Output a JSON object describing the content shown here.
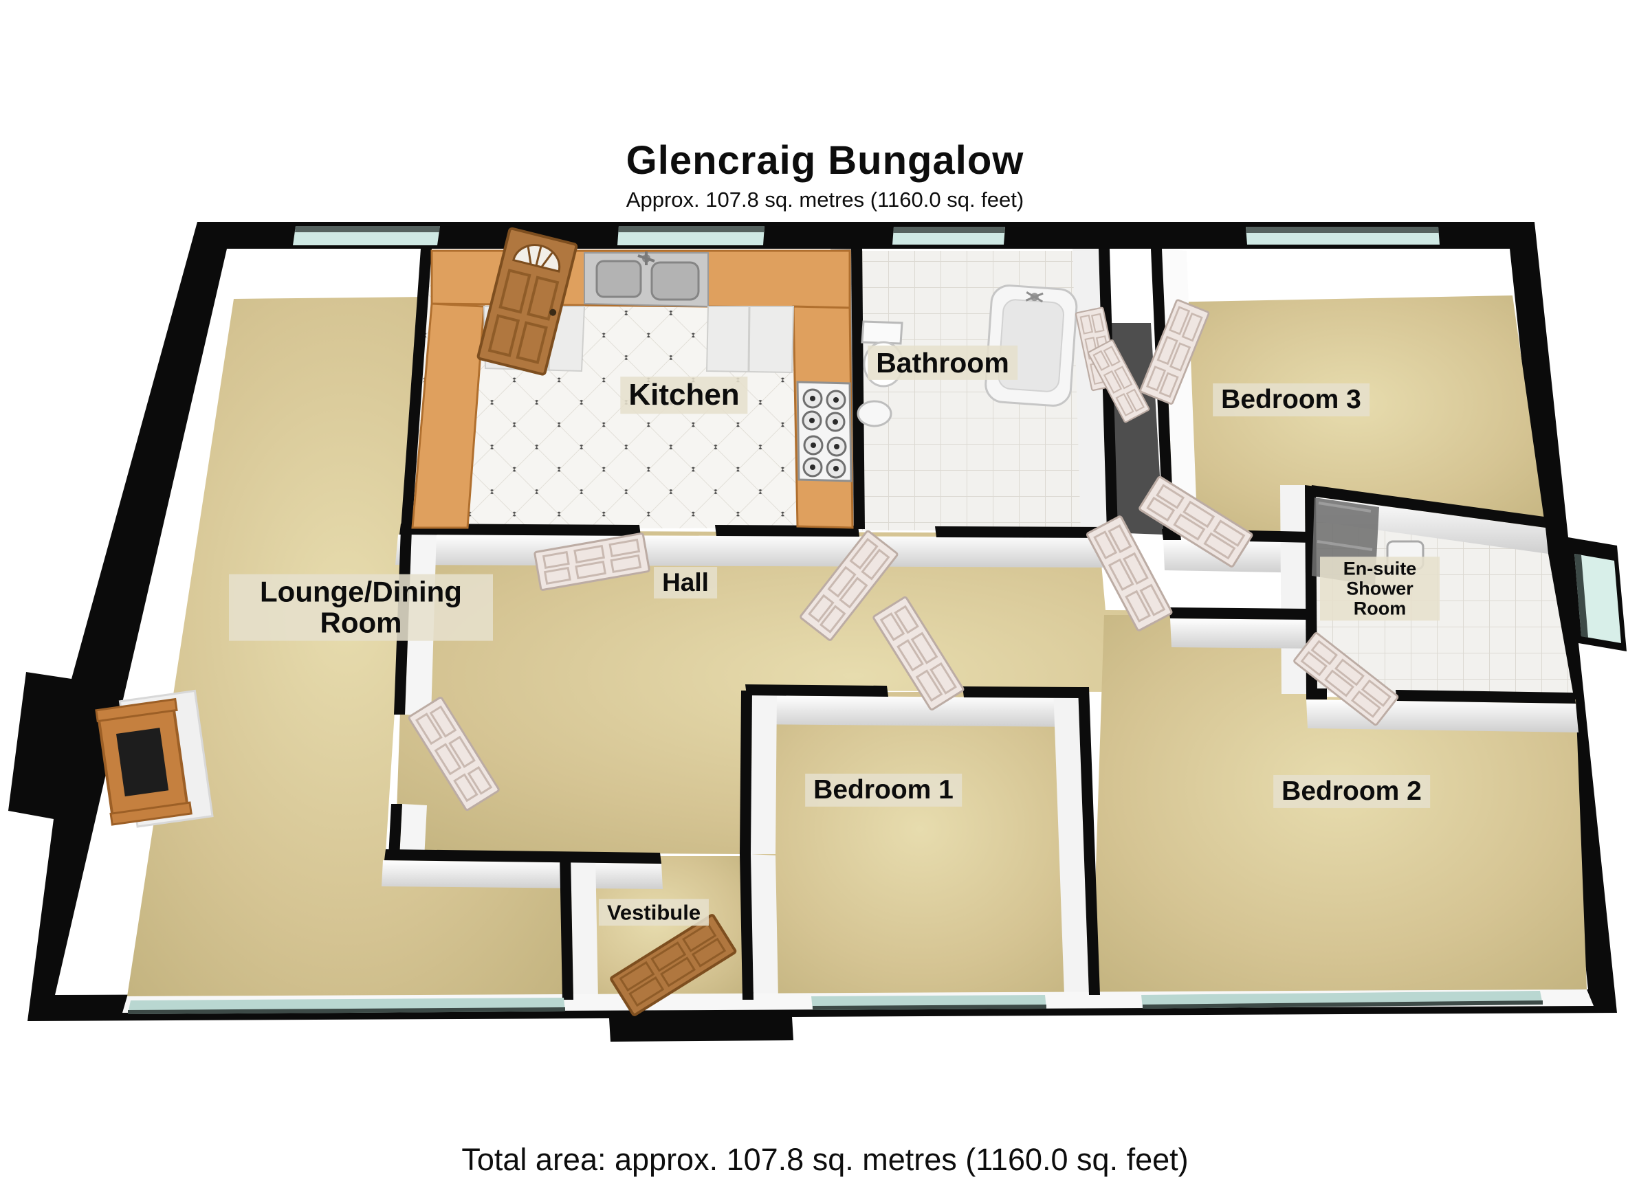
{
  "title": "Glencraig Bungalow",
  "subtitle": "Approx. 107.8 sq. metres (1160.0 sq. feet)",
  "footer": "Total area: approx. 107.8 sq. metres (1160.0 sq. feet)",
  "rooms": {
    "lounge": "Lounge/Dining Room",
    "kitchen": "Kitchen",
    "bathroom": "Bathroom",
    "bedroom3": "Bedroom 3",
    "ensuite": "En-suite Shower Room",
    "hall": "Hall",
    "bedroom1": "Bedroom 1",
    "bedroom2": "Bedroom 2",
    "vestibule": "Vestibule"
  },
  "colors": {
    "wall": "#0b0b0b",
    "carpet": "#d2c18d",
    "tile": "#f4f3f0",
    "window_glass": "#cfe9e4",
    "counter_wood": "#dfa05e",
    "door_wood": "#b0773f",
    "door_leaf": "#efe6e2",
    "label_bg": "#e6e0cd"
  }
}
